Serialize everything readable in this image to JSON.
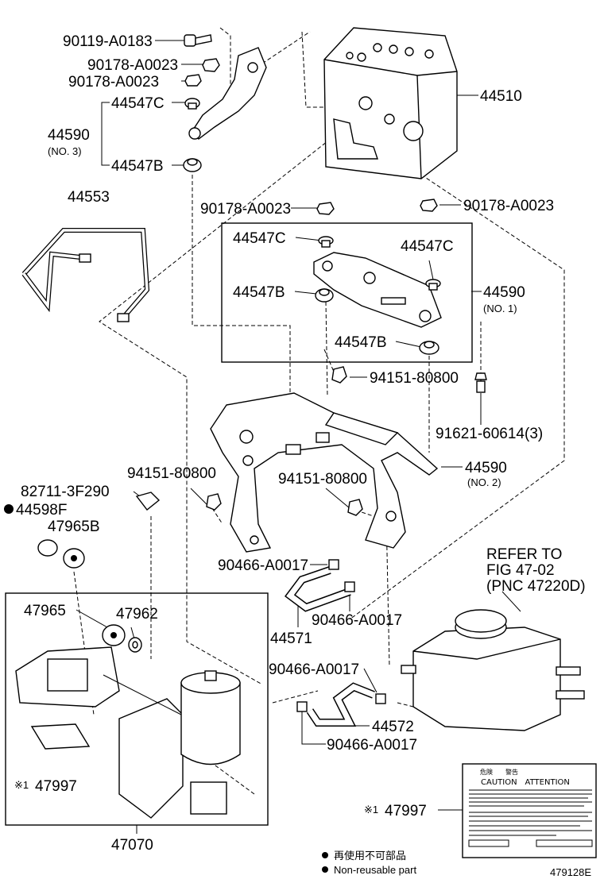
{
  "labels": {
    "l90119": "90119-A0183",
    "l90178a": "90178-A0023",
    "l90178b": "90178-A0023",
    "l44547c_top": "44547C",
    "l44590_no3": "44590",
    "l44590_no3_sub": "(NO. 3)",
    "l44547b_top": "44547B",
    "l44510": "44510",
    "l44553": "44553",
    "l90178c": "90178-A0023",
    "l90178d": "90178-A0023",
    "l44547c_box1": "44547C",
    "l44547c_box2": "44547C",
    "l44547b_box1": "44547B",
    "l44590_no1": "44590",
    "l44590_no1_sub": "(NO. 1)",
    "l44547b_box2": "44547B",
    "l94151a": "94151-80800",
    "l91621": "91621-60614(3)",
    "l94151b": "94151-80800",
    "l44590_no2": "44590",
    "l44590_no2_sub": "(NO. 2)",
    "l94151c": "94151-80800",
    "l82711": "82711-3F290",
    "l44598f": "44598F",
    "l47965b": "47965B",
    "l90466a": "90466-A0017",
    "l90466b": "90466-A0017",
    "l44571": "44571",
    "refer1": "REFER TO",
    "refer2": "FIG 47-02",
    "refer3": "(PNC 47220D)",
    "l47965": "47965",
    "l47962": "47962",
    "l90466c": "90466-A0017",
    "l44572": "44572",
    "l90466d": "90466-A0017",
    "l47997a_prefix": "※1",
    "l47997a": "47997",
    "l47997b_prefix": "※1",
    "l47997b": "47997",
    "l47070": "47070",
    "legend_jp": "再使用不可部品",
    "legend_en": "Non-reusable part",
    "fig_id": "479128E",
    "caution_jp": "危険　　警告",
    "caution_en": "CAUTION　ATTENTION"
  }
}
